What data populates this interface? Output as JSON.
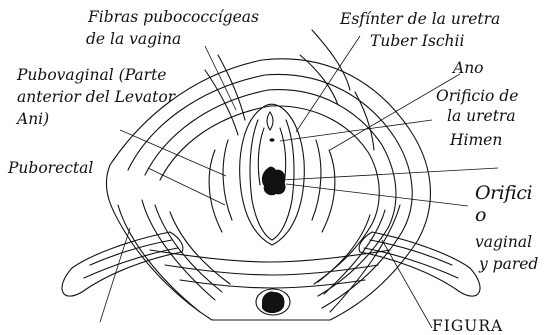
{
  "labels": {
    "fibras_line1": "Fibras pubococcígeas",
    "fibras_line2": "de la vagina",
    "esfinter": "Esfínter de la uretra",
    "tuber": "Tuber Ischii",
    "ano": "Ano",
    "orificio_uretra_line1": "Orificio de",
    "orificio_uretra_line2": "la uretra",
    "himen": "Himen",
    "pubovaginal_line1": "Pubovaginal (Parte",
    "pubovaginal_line2": "anterior del Levator",
    "pubovaginal_line3": "Ani)",
    "puborectal": "Puborectal",
    "orifici": "Orifici",
    "o": "o",
    "vaginal": "vaginal",
    "y_pared": "y pared",
    "figura": "FIGURA"
  },
  "colors": {
    "ink": "#111111",
    "background": "#ffffff"
  }
}
